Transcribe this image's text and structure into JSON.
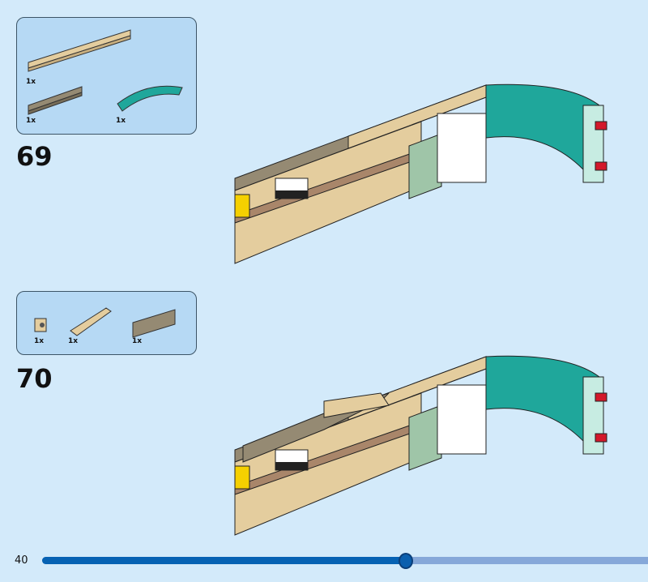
{
  "page_number": "40",
  "progress_fraction": 0.6,
  "steps": [
    {
      "number": "69",
      "parts": [
        {
          "name": "tan-plate-1x10",
          "qty": "1x"
        },
        {
          "name": "dark-tan-plate-1x6",
          "qty": "1x"
        },
        {
          "name": "teal-curved-plate",
          "qty": "1x"
        }
      ]
    },
    {
      "number": "70",
      "parts": [
        {
          "name": "tan-brick-1x1-with-stud",
          "qty": "1x"
        },
        {
          "name": "tan-slope-1x4",
          "qty": "1x"
        },
        {
          "name": "dark-tan-brick-1x4",
          "qty": "1x"
        }
      ]
    }
  ],
  "colors": {
    "background": "#d3eafa",
    "parts_box": "#b6d9f4",
    "tan": "#e4cd9e",
    "dark_tan": "#958a73",
    "teal": "#1fa79b",
    "progress": "#0662b3"
  }
}
